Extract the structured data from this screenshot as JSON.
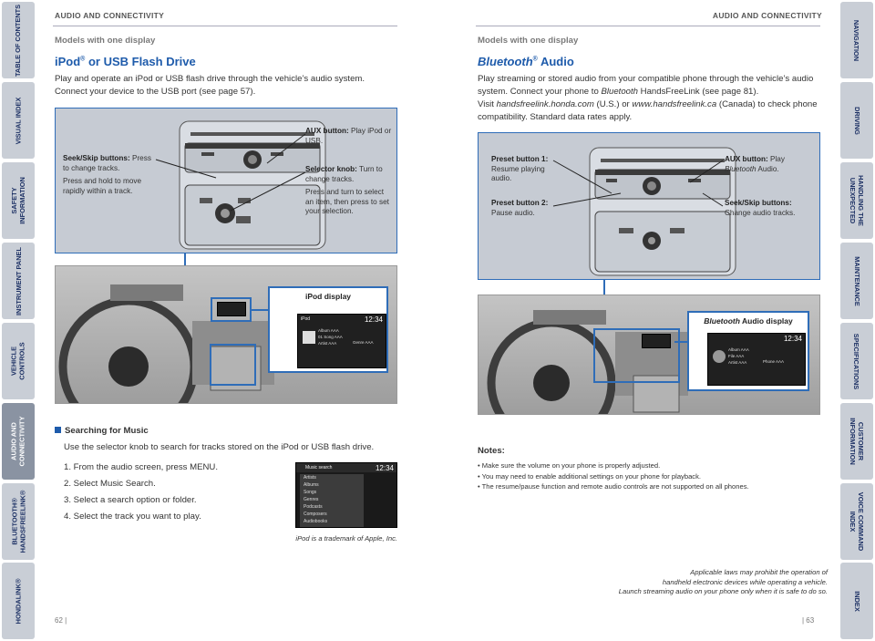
{
  "left_tabs": [
    "TABLE OF CONTENTS",
    "VISUAL INDEX",
    "SAFETY\nINFORMATION",
    "INSTRUMENT PANEL",
    "VEHICLE\nCONTROLS",
    "AUDIO AND\nCONNECTIVITY",
    "BLUETOOTH®\nHANDSFREELINK®",
    "HONDALINK®"
  ],
  "right_tabs": [
    "NAVIGATION",
    "DRIVING",
    "HANDLING THE\nUNEXPECTED",
    "MAINTENANCE",
    "SPECIFICATIONS",
    "CUSTOMER\nINFORMATION",
    "VOICE COMMAND\nINDEX",
    "INDEX"
  ],
  "left": {
    "header": "AUDIO AND CONNECTIVITY",
    "subtitle": "Models with one display",
    "title_main": "iPod",
    "title_sup": "®",
    "title_rest": " or USB Flash Drive",
    "intro": "Play and operate an iPod or USB flash drive through the vehicle’s audio system. Connect your device to the USB port (see page 57).",
    "callouts": {
      "seek_label": "Seek/Skip buttons:",
      "seek_text": " Press to change tracks.",
      "seek_text2": "Press and hold to move rapidly within a track.",
      "aux_label": "AUX button:",
      "aux_text": " Play iPod or USB.",
      "selector_label": "Selector knob:",
      "selector_text": " Turn to change tracks.",
      "selector_text2": "Press and turn to select an item, then press to set your selection."
    },
    "display_title": "iPod display",
    "screen": {
      "source": "iPod",
      "time": "12:34",
      "line1": "Album AAA",
      "line2": "01 Song AAA",
      "line3": "Artist AAA",
      "line4": "Genre AAA"
    },
    "search_heading": "Searching for Music",
    "search_intro": "Use the selector knob to search for tracks stored on the iPod or USB flash drive.",
    "steps": [
      "1.  From the audio screen, press MENU.",
      "2.  Select Music Search.",
      "3.  Select a search option or folder.",
      "4.  Select the track you want to play."
    ],
    "music_search": {
      "title": "Music search",
      "time": "12:34",
      "items": [
        "Artists",
        "Albums",
        "Songs",
        "Genres",
        "Podcasts",
        "Composers",
        "Audiobooks"
      ]
    },
    "trademark": "iPod is a trademark of Apple, Inc.",
    "page": "62  |"
  },
  "right": {
    "header": "AUDIO AND CONNECTIVITY",
    "subtitle": "Models with one display",
    "title_main": "Bluetooth",
    "title_sup": "®",
    "title_rest": " Audio",
    "intro1": "Play streaming or stored audio from your compatible phone through the vehicle’s audio system. Connect your phone to ",
    "intro_i1": "Bluetooth",
    "intro2": " HandsFreeLink  (see page 81).",
    "intro3": "Visit ",
    "intro_i2": "handsfreelink.honda.com",
    "intro4": " (U.S.) or ",
    "intro_i3": "www.handsfreelink.ca",
    "intro5": " (Canada) to check phone compatibility. Standard data rates apply.",
    "callouts": {
      "p1_label": "Preset button 1:",
      "p1_text": "Resume playing audio.",
      "p2_label": "Preset button 2:",
      "p2_text": "Pause audio.",
      "aux_label": "AUX button:",
      "aux_text": " Play ",
      "aux_i": "Bluetooth",
      "aux_text2": " Audio.",
      "seek_label": "Seek/Skip buttons:",
      "seek_text": "Change audio tracks."
    },
    "display_title_i": "Bluetooth",
    "display_title": " Audio display",
    "screen": {
      "time": "12:34",
      "line1": "Album AAA",
      "line2": "File AAA",
      "line3": "Artist AAA",
      "line4": "Phone AAA"
    },
    "notes_heading": "Notes:",
    "notes": [
      "Make sure the volume on your phone is properly adjusted.",
      "You may need to enable additional settings on your phone for playback.",
      "The resume/pause function and remote audio controls are not supported on all phones."
    ],
    "disclaimer": [
      "Applicable laws may prohibit the operation of",
      "handheld electronic devices while operating a vehicle.",
      "Launch streaming audio on your phone only when it is safe to do so."
    ],
    "page": "|  63"
  },
  "colors": {
    "accent": "#1e5bab",
    "tab": "#c9ced6",
    "tab_active": "#8a93a2",
    "panel": "#c6cbd3"
  }
}
